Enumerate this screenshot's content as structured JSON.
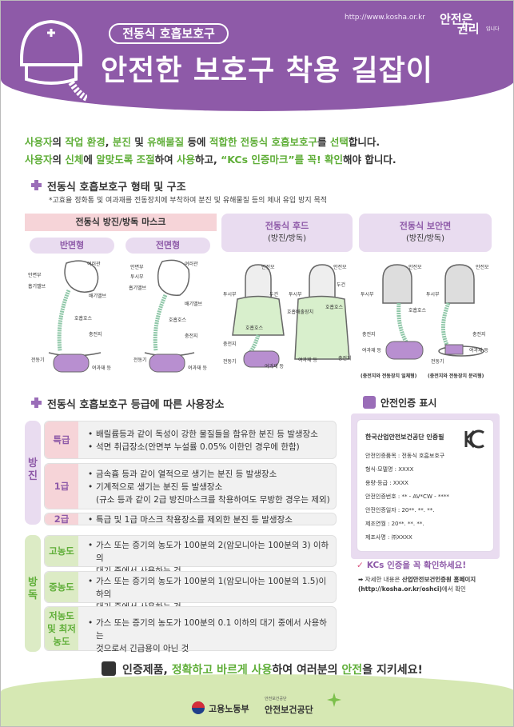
{
  "header": {
    "url": "http://www.kosha.or.kr",
    "brand_line1": "안전은",
    "brand_line2": "권리",
    "brand_line3": "입니다",
    "subtitle": "전동식 호흡보호구",
    "title": "안전한 보호구 착용 길잡이"
  },
  "intro": {
    "line1": [
      {
        "text": "사용자",
        "green": true
      },
      {
        "text": "의 ",
        "green": false
      },
      {
        "text": "작업 환경",
        "green": true
      },
      {
        "text": ", ",
        "green": false
      },
      {
        "text": "분진",
        "green": true
      },
      {
        "text": " 및 ",
        "green": false
      },
      {
        "text": "유해물질",
        "green": true
      },
      {
        "text": " 등에 ",
        "green": false
      },
      {
        "text": "적합한 전동식 호흡보호구",
        "green": true
      },
      {
        "text": "를 ",
        "green": false
      },
      {
        "text": "선택",
        "green": true
      },
      {
        "text": "합니다.",
        "green": false
      }
    ],
    "line2": [
      {
        "text": "사용자",
        "green": true
      },
      {
        "text": "의 ",
        "green": false
      },
      {
        "text": "신체",
        "green": true
      },
      {
        "text": "에 ",
        "green": false
      },
      {
        "text": "알맞도록 조절",
        "green": true
      },
      {
        "text": "하여 ",
        "green": false
      },
      {
        "text": "사용",
        "green": true
      },
      {
        "text": "하고, ",
        "green": false
      },
      {
        "text": "“KCs 인증마크”를 꼭! 확인",
        "green": true
      },
      {
        "text": "해야 합니다.",
        "green": false
      }
    ]
  },
  "section1": {
    "title": "전동식 호흡보호구 형태 및 구조",
    "note": "*고효율 정화통 및 여과재를 전동장치에 부착하여 분진 및 유해물질 등의 체내 유입 방지 목적"
  },
  "mask_panel": {
    "title": "전동식 방진/방독 마스크",
    "half": {
      "label": "반면형",
      "parts": [
        "여러관",
        "안면부",
        "흡기밸브",
        "배기밸브",
        "호흡호스",
        "충전지",
        "전동기",
        "여과재 등"
      ]
    },
    "full": {
      "label": "전면형",
      "parts": [
        "여러관",
        "안면부",
        "투시부",
        "흡기밸브",
        "배기밸브",
        "호흡호스",
        "충전지",
        "전동기",
        "여과재 등"
      ]
    }
  },
  "hood_panel": {
    "title": "전동식 후드",
    "subtitle": "(방진/방독)",
    "parts": [
      "안전모",
      "안전모",
      "투시부",
      "두건",
      "투시부",
      "두건",
      "호흡배출장치",
      "호흡호스",
      "충전지",
      "전동기",
      "여과재 등",
      "충전지",
      "여과재 등",
      "호흡호스"
    ]
  },
  "shield_panel": {
    "title": "전동식 보안면",
    "subtitle": "(방진/방독)",
    "parts": [
      "안전모",
      "안전모",
      "투시부",
      "투시부",
      "호흡호스",
      "충전지",
      "여과재 등",
      "전동기",
      "충전지",
      "여과재 등"
    ],
    "caption_left": "(충전지와 전동장치 일체형)",
    "caption_right": "(충전지와 전동장치 분리형)"
  },
  "section2": {
    "title": "전동식 호흡보호구 등급에 따른 사용장소"
  },
  "grades": {
    "dust_label": "방진",
    "gas_label": "방독",
    "dust": [
      {
        "grade": "특급",
        "lines": [
          "배릴륨등과 같이 독성이 강한 물질들을 함유한 분진 등 발생장소",
          "석면 취급장소(안면부 누설률 0.05% 이한인 경우에 한함)"
        ]
      },
      {
        "grade": "1급",
        "lines": [
          "금속흄 등과 같이 열적으로 생기는 분진 등 발생장소",
          "기계적으로 생기는 분진 등 발생장소",
          "(규소 등과 같이 2급 방진마스크를 착용하여도 무방한 경우는 제외)"
        ]
      },
      {
        "grade": "2급",
        "lines": [
          "특급 및 1급 마스크 착용장소를 제외한 분진 등 발생장소"
        ]
      }
    ],
    "gas": [
      {
        "grade": "고농도",
        "lines": [
          "가스 또는 증기의 농도가 100분의 2(암모니아는 100분의 3) 이하의",
          "대기 중에서 사용하는 것"
        ]
      },
      {
        "grade": "중농도",
        "lines": [
          "가스 또는 증기의 농도가 100분의 1(암모니아는 100분의 1.5)이하의",
          "대기 중에서 사용하는 것"
        ]
      },
      {
        "grade": "저농도 및 최저 농도",
        "lines": [
          "가스 또는 증기의 농도가 100분의 0.1 이하의 대기 중에서 사용하는",
          "것으로서 긴급용이 아닌 것"
        ]
      }
    ]
  },
  "cert": {
    "title": "안전인증 표시",
    "card_title": "한국산업안전보건공단 인증필",
    "lines": [
      "안전인증품목 : 전동식 호흡보호구",
      "형식·모델명 : XXXX",
      "용량·등급 : XXXX",
      "안전인증번호 : ** - AV*CW - ****",
      "안전인증일자 : 20**. **. **.",
      "제조연월 : 20**. **. **.",
      "제조사명 : ㈜XXXX"
    ],
    "check_text": "KCs 인증을 꼭 확인하세요!",
    "more_1": "자세한 내용은 ",
    "more_bold": "산업안전보건인증원 홈페이지(http://kosha.or.kr/oshci)",
    "more_2": "에서 확인"
  },
  "slogan": {
    "p1": "인증제품, ",
    "p2": "정확하고 바르게 사용",
    "p3": "하여 여러분의 ",
    "p4": "안전",
    "p5": "을 지키세요!"
  },
  "footer": {
    "org1": "고용노동부",
    "org2_small": "안전보건공단",
    "org2": "안전보건공단"
  },
  "colors": {
    "purple": "#8e5aa8",
    "light_purple": "#e9dcf0",
    "pink": "#f6d4d8",
    "green": "#5fae38",
    "light_green": "#dcebc5"
  }
}
